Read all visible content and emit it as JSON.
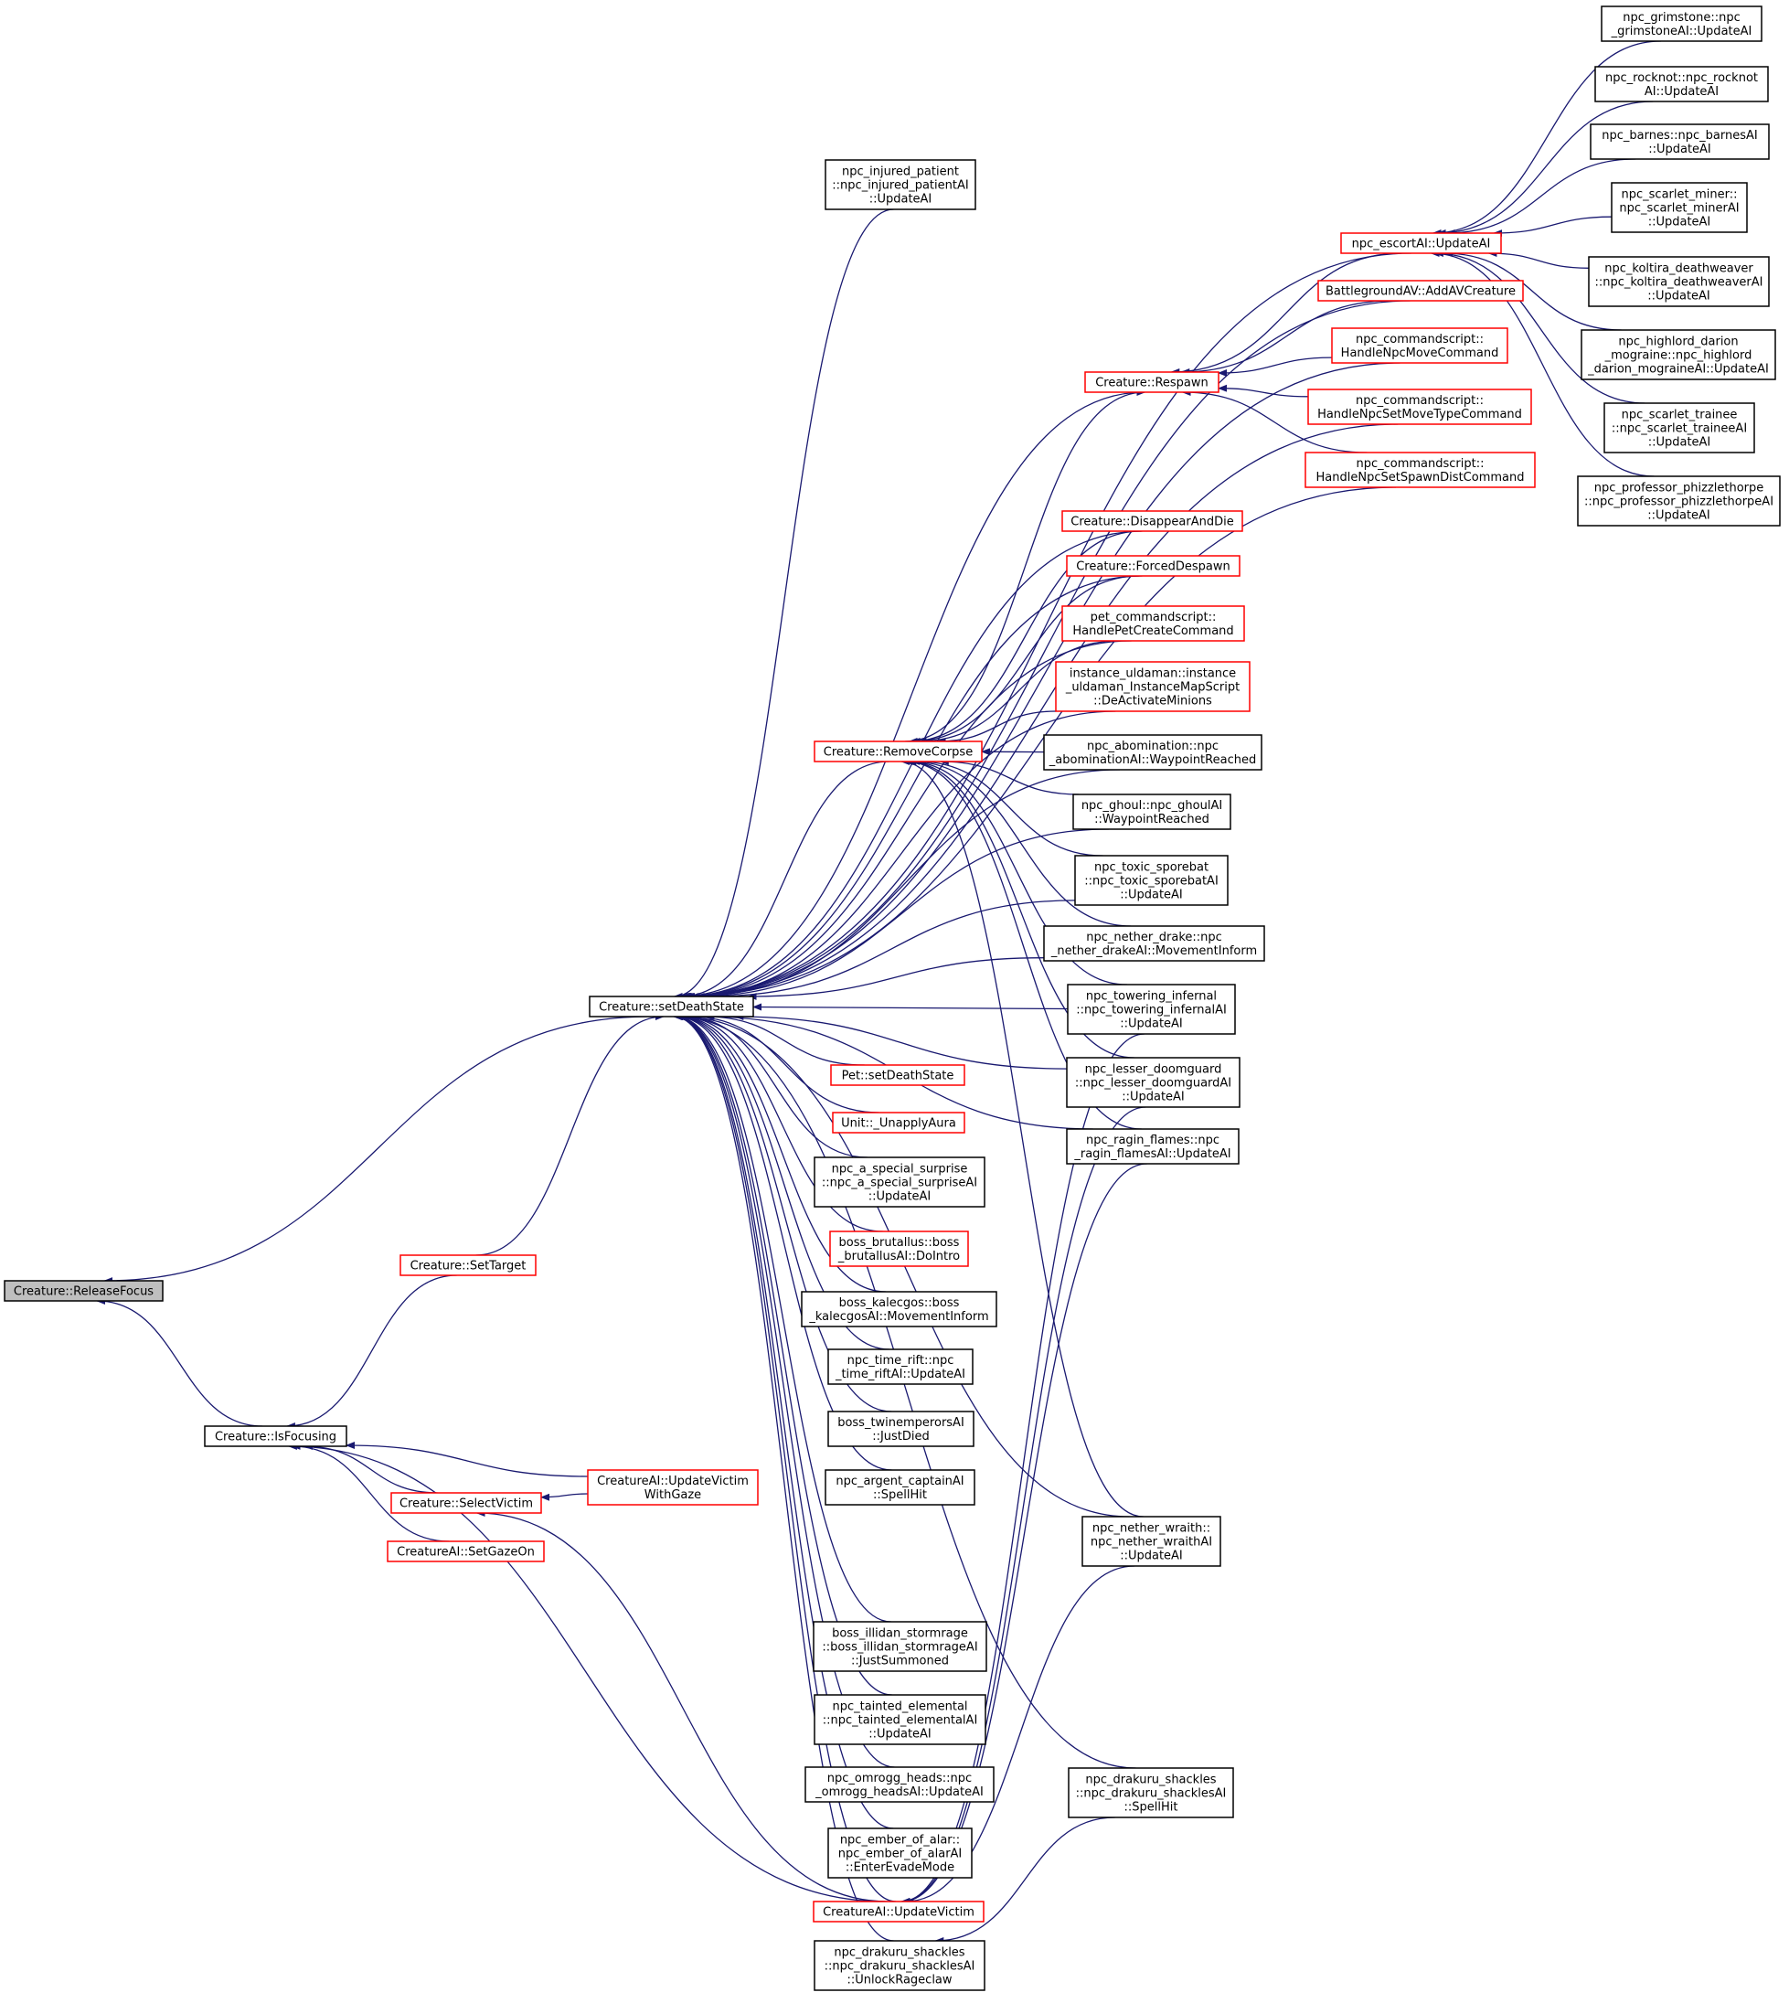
{
  "colors": {
    "edge": "#191970",
    "default_border": "#000000",
    "truncated_border": "#ff0000",
    "root_fill": "#bfbfbf",
    "node_fill": "#ffffff"
  },
  "nodes": [
    {
      "id": "releasefocus",
      "lines": [
        "Creature::ReleaseFocus"
      ],
      "style": "root"
    },
    {
      "id": "isfocusing",
      "lines": [
        "Creature::IsFocusing"
      ],
      "style": "normal"
    },
    {
      "id": "settarget",
      "lines": [
        "Creature::SetTarget"
      ],
      "style": "truncated"
    },
    {
      "id": "selectvictim",
      "lines": [
        "Creature::SelectVictim"
      ],
      "style": "truncated"
    },
    {
      "id": "setgazeon",
      "lines": [
        "CreatureAI::SetGazeOn"
      ],
      "style": "truncated"
    },
    {
      "id": "updatevictimwithgaze",
      "lines": [
        "CreatureAI::UpdateVictim",
        "WithGaze"
      ],
      "style": "truncated"
    },
    {
      "id": "setdeathstate",
      "lines": [
        "Creature::setDeathState"
      ],
      "style": "normal"
    },
    {
      "id": "injuredpatient",
      "lines": [
        "npc_injured_patient",
        "::npc_injured_patientAI",
        "::UpdateAI"
      ],
      "style": "normal"
    },
    {
      "id": "escortai",
      "lines": [
        "npc_escortAI::UpdateAI"
      ],
      "style": "truncated"
    },
    {
      "id": "addavcreature",
      "lines": [
        "BattlegroundAV::AddAVCreature"
      ],
      "style": "truncated"
    },
    {
      "id": "respawn",
      "lines": [
        "Creature::Respawn"
      ],
      "style": "truncated"
    },
    {
      "id": "npcmove",
      "lines": [
        "npc_commandscript::",
        "HandleNpcMoveCommand"
      ],
      "style": "truncated"
    },
    {
      "id": "npcsetmovetype",
      "lines": [
        "npc_commandscript::",
        "HandleNpcSetMoveTypeCommand"
      ],
      "style": "truncated"
    },
    {
      "id": "npcsetspawndist",
      "lines": [
        "npc_commandscript::",
        "HandleNpcSetSpawnDistCommand"
      ],
      "style": "truncated"
    },
    {
      "id": "disappear",
      "lines": [
        "Creature::DisappearAndDie"
      ],
      "style": "truncated"
    },
    {
      "id": "forceddespawn",
      "lines": [
        "Creature::ForcedDespawn"
      ],
      "style": "truncated"
    },
    {
      "id": "petcreate",
      "lines": [
        "pet_commandscript::",
        "HandlePetCreateCommand"
      ],
      "style": "truncated"
    },
    {
      "id": "uldaman",
      "lines": [
        "instance_uldaman::instance",
        "_uldaman_InstanceMapScript",
        "::DeActivateMinions"
      ],
      "style": "truncated"
    },
    {
      "id": "removecorpse",
      "lines": [
        "Creature::RemoveCorpse"
      ],
      "style": "truncated"
    },
    {
      "id": "abomination",
      "lines": [
        "npc_abomination::npc",
        "_abominationAI::WaypointReached"
      ],
      "style": "normal"
    },
    {
      "id": "ghoul",
      "lines": [
        "npc_ghoul::npc_ghoulAI",
        "::WaypointReached"
      ],
      "style": "normal"
    },
    {
      "id": "toxicsporebat",
      "lines": [
        "npc_toxic_sporebat",
        "::npc_toxic_sporebatAI",
        "::UpdateAI"
      ],
      "style": "normal"
    },
    {
      "id": "netherdrake",
      "lines": [
        "npc_nether_drake::npc",
        "_nether_drakeAI::MovementInform"
      ],
      "style": "normal"
    },
    {
      "id": "toweringinfernal",
      "lines": [
        "npc_towering_infernal",
        "::npc_towering_infernalAI",
        "::UpdateAI"
      ],
      "style": "normal"
    },
    {
      "id": "lesserdoomguard",
      "lines": [
        "npc_lesser_doomguard",
        "::npc_lesser_doomguardAI",
        "::UpdateAI"
      ],
      "style": "normal"
    },
    {
      "id": "raginflames",
      "lines": [
        "npc_ragin_flames::npc",
        "_ragin_flamesAI::UpdateAI"
      ],
      "style": "normal"
    },
    {
      "id": "petsetdeathstate",
      "lines": [
        "Pet::setDeathState"
      ],
      "style": "truncated"
    },
    {
      "id": "unapplyaura",
      "lines": [
        "Unit::_UnapplyAura"
      ],
      "style": "truncated"
    },
    {
      "id": "specialsurprise",
      "lines": [
        "npc_a_special_surprise",
        "::npc_a_special_surpriseAI",
        "::UpdateAI"
      ],
      "style": "normal"
    },
    {
      "id": "brutallus",
      "lines": [
        "boss_brutallus::boss",
        "_brutallusAI::DoIntro"
      ],
      "style": "truncated"
    },
    {
      "id": "kalecgos",
      "lines": [
        "boss_kalecgos::boss",
        "_kalecgosAI::MovementInform"
      ],
      "style": "normal"
    },
    {
      "id": "timerift",
      "lines": [
        "npc_time_rift::npc",
        "_time_riftAI::UpdateAI"
      ],
      "style": "normal"
    },
    {
      "id": "twinemperors",
      "lines": [
        "boss_twinemperorsAI",
        "::JustDied"
      ],
      "style": "normal"
    },
    {
      "id": "argentcaptain",
      "lines": [
        "npc_argent_captainAI",
        "::SpellHit"
      ],
      "style": "normal"
    },
    {
      "id": "netherwraith",
      "lines": [
        "npc_nether_wraith::",
        "npc_nether_wraithAI",
        "::UpdateAI"
      ],
      "style": "normal"
    },
    {
      "id": "illidan",
      "lines": [
        "boss_illidan_stormrage",
        "::boss_illidan_stormrageAI",
        "::JustSummoned"
      ],
      "style": "normal"
    },
    {
      "id": "taintedelemental",
      "lines": [
        "npc_tainted_elemental",
        "::npc_tainted_elementalAI",
        "::UpdateAI"
      ],
      "style": "normal"
    },
    {
      "id": "omrogg",
      "lines": [
        "npc_omrogg_heads::npc",
        "_omrogg_headsAI::UpdateAI"
      ],
      "style": "normal"
    },
    {
      "id": "emberofalar",
      "lines": [
        "npc_ember_of_alar::",
        "npc_ember_of_alarAI",
        "::EnterEvadeMode"
      ],
      "style": "normal"
    },
    {
      "id": "updatevictim",
      "lines": [
        "CreatureAI::UpdateVictim"
      ],
      "style": "truncated"
    },
    {
      "id": "drakurushacklesrage",
      "lines": [
        "npc_drakuru_shackles",
        "::npc_drakuru_shacklesAI",
        "::UnlockRageclaw"
      ],
      "style": "normal"
    },
    {
      "id": "drakurushacklesspell",
      "lines": [
        "npc_drakuru_shackles",
        "::npc_drakuru_shacklesAI",
        "::SpellHit"
      ],
      "style": "normal"
    },
    {
      "id": "grimstone",
      "lines": [
        "npc_grimstone::npc",
        "_grimstoneAI::UpdateAI"
      ],
      "style": "normal"
    },
    {
      "id": "rocknot",
      "lines": [
        "npc_rocknot::npc_rocknot",
        "AI::UpdateAI"
      ],
      "style": "normal"
    },
    {
      "id": "barnes",
      "lines": [
        "npc_barnes::npc_barnesAI",
        "::UpdateAI"
      ],
      "style": "normal"
    },
    {
      "id": "scarletminer",
      "lines": [
        "npc_scarlet_miner::",
        "npc_scarlet_minerAI",
        "::UpdateAI"
      ],
      "style": "normal"
    },
    {
      "id": "koltira",
      "lines": [
        "npc_koltira_deathweaver",
        "::npc_koltira_deathweaverAI",
        "::UpdateAI"
      ],
      "style": "normal"
    },
    {
      "id": "highlord",
      "lines": [
        "npc_highlord_darion",
        "_mograine::npc_highlord",
        "_darion_mograineAI::UpdateAI"
      ],
      "style": "normal"
    },
    {
      "id": "scarlettrainee",
      "lines": [
        "npc_scarlet_trainee",
        "::npc_scarlet_traineeAI",
        "::UpdateAI"
      ],
      "style": "normal"
    },
    {
      "id": "phizzlethorpe",
      "lines": [
        "npc_professor_phizzlethorpe",
        "::npc_professor_phizzlethorpeAI",
        "::UpdateAI"
      ],
      "style": "normal"
    }
  ],
  "edges": [
    {
      "from": "isfocusing",
      "to": "releasefocus"
    },
    {
      "from": "setdeathstate",
      "to": "releasefocus"
    },
    {
      "from": "settarget",
      "to": "isfocusing"
    },
    {
      "from": "selectvictim",
      "to": "isfocusing"
    },
    {
      "from": "setgazeon",
      "to": "isfocusing"
    },
    {
      "from": "updatevictimwithgaze",
      "to": "isfocusing"
    },
    {
      "from": "updatevictim",
      "to": "isfocusing"
    },
    {
      "from": "settarget",
      "to": "setdeathstate"
    },
    {
      "from": "updatevictimwithgaze",
      "to": "selectvictim"
    },
    {
      "from": "updatevictim",
      "to": "selectvictim"
    },
    {
      "from": "injuredpatient",
      "to": "setdeathstate"
    },
    {
      "from": "escortai",
      "to": "setdeathstate"
    },
    {
      "from": "addavcreature",
      "to": "setdeathstate"
    },
    {
      "from": "respawn",
      "to": "setdeathstate"
    },
    {
      "from": "npcmove",
      "to": "setdeathstate"
    },
    {
      "from": "npcsetmovetype",
      "to": "setdeathstate"
    },
    {
      "from": "npcsetspawndist",
      "to": "setdeathstate"
    },
    {
      "from": "disappear",
      "to": "setdeathstate"
    },
    {
      "from": "forceddespawn",
      "to": "setdeathstate"
    },
    {
      "from": "petcreate",
      "to": "setdeathstate"
    },
    {
      "from": "uldaman",
      "to": "setdeathstate"
    },
    {
      "from": "removecorpse",
      "to": "setdeathstate"
    },
    {
      "from": "abomination",
      "to": "setdeathstate"
    },
    {
      "from": "ghoul",
      "to": "setdeathstate"
    },
    {
      "from": "toxicsporebat",
      "to": "setdeathstate"
    },
    {
      "from": "netherdrake",
      "to": "setdeathstate"
    },
    {
      "from": "toweringinfernal",
      "to": "setdeathstate"
    },
    {
      "from": "lesserdoomguard",
      "to": "setdeathstate"
    },
    {
      "from": "raginflames",
      "to": "setdeathstate"
    },
    {
      "from": "petsetdeathstate",
      "to": "setdeathstate"
    },
    {
      "from": "unapplyaura",
      "to": "setdeathstate"
    },
    {
      "from": "specialsurprise",
      "to": "setdeathstate"
    },
    {
      "from": "brutallus",
      "to": "setdeathstate"
    },
    {
      "from": "kalecgos",
      "to": "setdeathstate"
    },
    {
      "from": "timerift",
      "to": "setdeathstate"
    },
    {
      "from": "twinemperors",
      "to": "setdeathstate"
    },
    {
      "from": "argentcaptain",
      "to": "setdeathstate"
    },
    {
      "from": "netherwraith",
      "to": "setdeathstate"
    },
    {
      "from": "illidan",
      "to": "setdeathstate"
    },
    {
      "from": "taintedelemental",
      "to": "setdeathstate"
    },
    {
      "from": "omrogg",
      "to": "setdeathstate"
    },
    {
      "from": "emberofalar",
      "to": "setdeathstate"
    },
    {
      "from": "updatevictim",
      "to": "setdeathstate"
    },
    {
      "from": "drakurushacklesrage",
      "to": "setdeathstate"
    },
    {
      "from": "drakurushacklesspell",
      "to": "setdeathstate"
    },
    {
      "from": "escortai",
      "to": "respawn"
    },
    {
      "from": "addavcreature",
      "to": "respawn"
    },
    {
      "from": "npcmove",
      "to": "respawn"
    },
    {
      "from": "npcsetmovetype",
      "to": "respawn"
    },
    {
      "from": "npcsetspawndist",
      "to": "respawn"
    },
    {
      "from": "removecorpse",
      "to": "respawn"
    },
    {
      "from": "disappear",
      "to": "removecorpse"
    },
    {
      "from": "forceddespawn",
      "to": "removecorpse"
    },
    {
      "from": "petcreate",
      "to": "removecorpse"
    },
    {
      "from": "uldaman",
      "to": "removecorpse"
    },
    {
      "from": "abomination",
      "to": "removecorpse"
    },
    {
      "from": "ghoul",
      "to": "removecorpse"
    },
    {
      "from": "toxicsporebat",
      "to": "removecorpse"
    },
    {
      "from": "netherdrake",
      "to": "removecorpse"
    },
    {
      "from": "toweringinfernal",
      "to": "removecorpse"
    },
    {
      "from": "lesserdoomguard",
      "to": "removecorpse"
    },
    {
      "from": "raginflames",
      "to": "removecorpse"
    },
    {
      "from": "netherwraith",
      "to": "removecorpse"
    },
    {
      "from": "toweringinfernal",
      "to": "updatevictim"
    },
    {
      "from": "lesserdoomguard",
      "to": "updatevictim"
    },
    {
      "from": "raginflames",
      "to": "updatevictim"
    },
    {
      "from": "netherwraith",
      "to": "updatevictim"
    },
    {
      "from": "drakurushacklesspell",
      "to": "drakurushacklesrage"
    },
    {
      "from": "grimstone",
      "to": "escortai"
    },
    {
      "from": "rocknot",
      "to": "escortai"
    },
    {
      "from": "barnes",
      "to": "escortai"
    },
    {
      "from": "scarletminer",
      "to": "escortai"
    },
    {
      "from": "koltira",
      "to": "escortai"
    },
    {
      "from": "highlord",
      "to": "escortai"
    },
    {
      "from": "scarlettrainee",
      "to": "escortai"
    },
    {
      "from": "phizzlethorpe",
      "to": "escortai"
    }
  ]
}
